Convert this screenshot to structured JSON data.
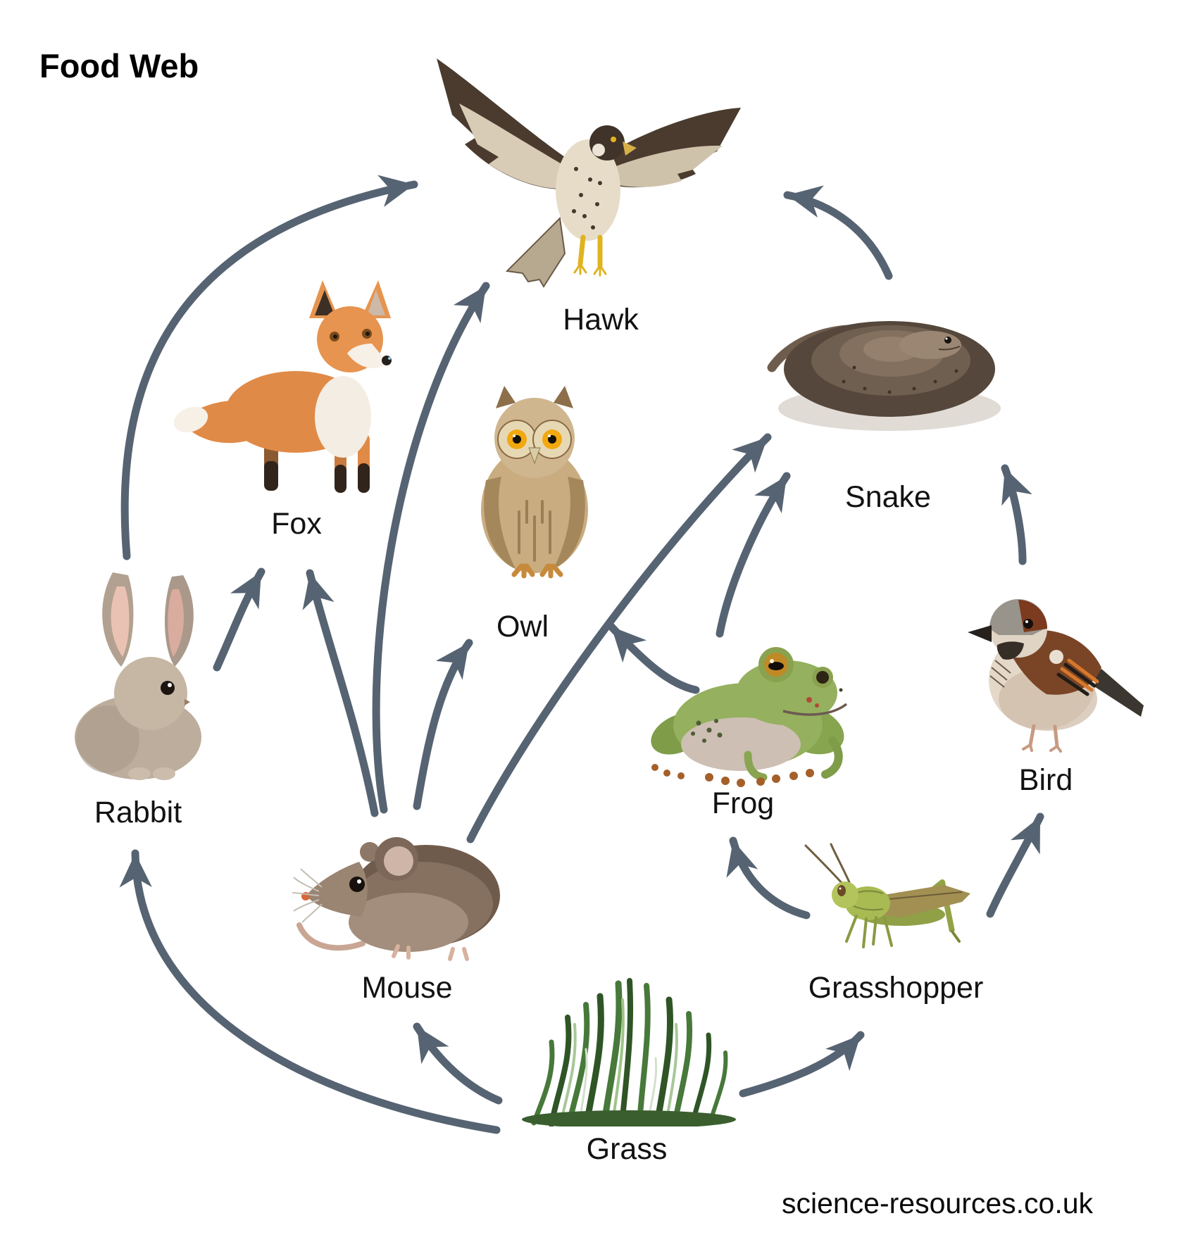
{
  "title": "Food Web",
  "watermark": "science-resources.co.uk",
  "arrow_color": "#566372",
  "label_color": "#121212",
  "nodes": {
    "hawk": {
      "label": "Hawk"
    },
    "fox": {
      "label": "Fox"
    },
    "owl": {
      "label": "Owl"
    },
    "snake": {
      "label": "Snake"
    },
    "rabbit": {
      "label": "Rabbit"
    },
    "mouse": {
      "label": "Mouse"
    },
    "frog": {
      "label": "Frog"
    },
    "bird": {
      "label": "Bird"
    },
    "grasshopper": {
      "label": "Grasshopper"
    },
    "grass": {
      "label": "Grass"
    }
  },
  "relations": [
    {
      "prey": "Grass",
      "predator": "Rabbit"
    },
    {
      "prey": "Grass",
      "predator": "Mouse"
    },
    {
      "prey": "Grass",
      "predator": "Grasshopper"
    },
    {
      "prey": "Rabbit",
      "predator": "Fox"
    },
    {
      "prey": "Rabbit",
      "predator": "Hawk"
    },
    {
      "prey": "Mouse",
      "predator": "Fox"
    },
    {
      "prey": "Mouse",
      "predator": "Hawk"
    },
    {
      "prey": "Mouse",
      "predator": "Owl"
    },
    {
      "prey": "Mouse",
      "predator": "Snake"
    },
    {
      "prey": "Grasshopper",
      "predator": "Frog"
    },
    {
      "prey": "Grasshopper",
      "predator": "Bird"
    },
    {
      "prey": "Frog",
      "predator": "Owl"
    },
    {
      "prey": "Frog",
      "predator": "Snake"
    },
    {
      "prey": "Bird",
      "predator": "Snake"
    },
    {
      "prey": "Snake",
      "predator": "Hawk"
    }
  ]
}
